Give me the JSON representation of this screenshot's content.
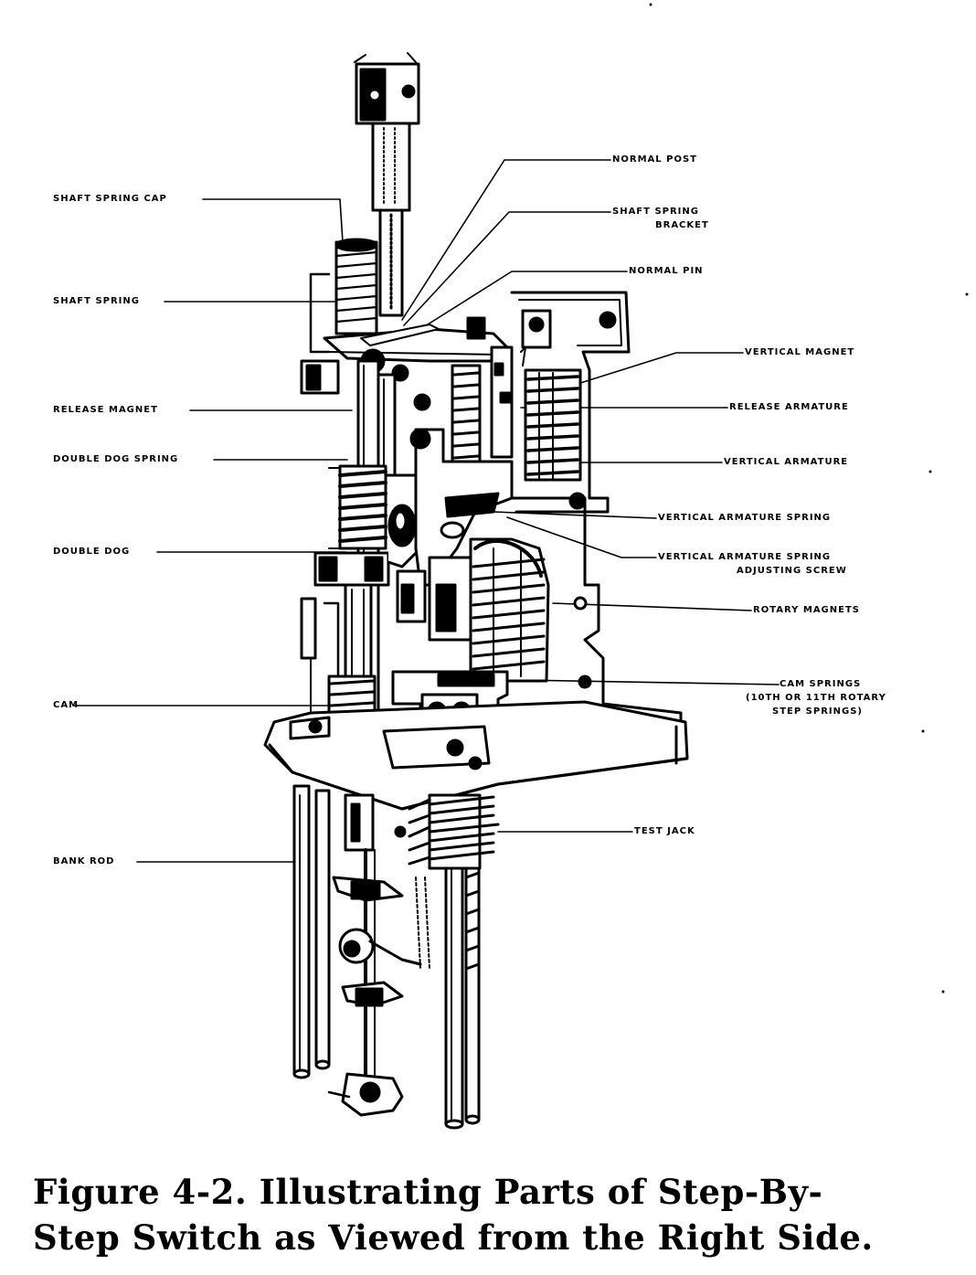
{
  "labels": {
    "shaft_spring_cap": "SHAFT SPRING CAP",
    "shaft_spring": "SHAFT SPRING",
    "release_magnet": "RELEASE MAGNET",
    "double_dog_spring": "DOUBLE DOG SPRING",
    "double_dog": "DOUBLE DOG",
    "cam": "CAM",
    "bank_rod": "BANK ROD",
    "normal_post": "NORMAL POST",
    "shaft_spring_bracket_1": "SHAFT SPRING",
    "shaft_spring_bracket_2": "BRACKET",
    "normal_pin": "NORMAL PIN",
    "vertical_magnet": "VERTICAL MAGNET",
    "release_armature": "RELEASE ARMATURE",
    "vertical_armature": "VERTICAL ARMATURE",
    "vertical_armature_spring": "VERTICAL ARMATURE SPRING",
    "vertical_armature_spring_adjusting_screw_1": "VERTICAL ARMATURE SPRING",
    "vertical_armature_spring_adjusting_screw_2": "ADJUSTING SCREW",
    "rotary_magnets": "ROTARY MAGNETS",
    "cam_springs_1": "CAM SPRINGS",
    "cam_springs_2": "(10TH OR 11TH ROTARY",
    "cam_springs_3": "STEP SPRINGS)",
    "test_jack": "TEST JACK"
  },
  "caption": {
    "line1": "Figure 4-2.   Illustrating Parts of Step-By-",
    "line2": "Step Switch as Viewed from the Right Side."
  }
}
